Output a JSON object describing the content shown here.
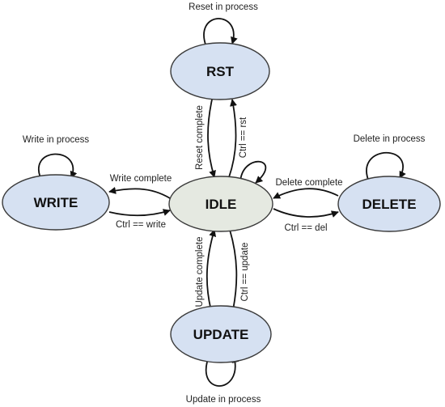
{
  "colors": {
    "idle_fill": "#e5e9e1",
    "state_fill": "#d6e1f2",
    "state_stroke": "#3a3a3a",
    "edge": "#111111"
  },
  "states": {
    "rst": "RST",
    "idle": "IDLE",
    "write": "WRITE",
    "delete": "DELETE",
    "update": "UPDATE"
  },
  "transitions": {
    "reset_in_process": "Reset in process",
    "reset_complete": "Reset complete",
    "ctrl_rst": "Ctrl == rst",
    "write_in_process": "Write in process",
    "write_complete": "Write complete",
    "ctrl_write": "Ctrl == write",
    "delete_in_process": "Delete in process",
    "delete_complete": "Delete complete",
    "ctrl_del": "Ctrl == del",
    "update_complete": "Update complete",
    "ctrl_update": "Ctrl == update",
    "update_in_process": "Update in process"
  }
}
